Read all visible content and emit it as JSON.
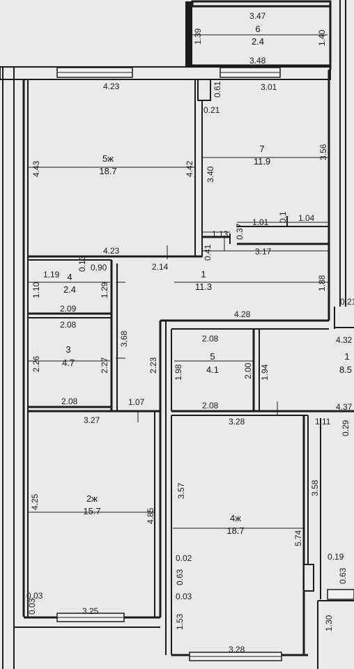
{
  "plan": {
    "rooms": [
      {
        "id": "6",
        "area": "2.4"
      },
      {
        "id": "5ж",
        "area": "18.7"
      },
      {
        "id": "7",
        "area": "11.9"
      },
      {
        "id": "4",
        "area": "2.4"
      },
      {
        "id": "1",
        "area": "11.3"
      },
      {
        "id": "3",
        "area": "4.7"
      },
      {
        "id": "5",
        "area": "4.1"
      },
      {
        "id": "1",
        "area": "8.5"
      },
      {
        "id": "2ж",
        "area": "15.7"
      },
      {
        "id": "4ж",
        "area": "18.7"
      }
    ],
    "dimensions": [
      "3.47",
      "1.39",
      "1.40",
      "3.48",
      "4.23",
      "0.61",
      "3.01",
      "0.21",
      "4.43",
      "4.42",
      "3.40",
      "3.56",
      "0.1",
      "1.01",
      "1.04",
      "1.13",
      "0.37",
      "0.41",
      "3.17",
      "4.23",
      "2.14",
      "1.19",
      "0.13",
      "0.90",
      "1.10",
      "1.29",
      "2.09",
      "1.88",
      "0.21",
      "4.28",
      "2.08",
      "2.26",
      "3.68",
      "2.27",
      "2.23",
      "2.08",
      "1.98",
      "2.00",
      "1.94",
      "4.32",
      "2.08",
      "1.07",
      "2.08",
      "3.27",
      "3.28",
      "4.37",
      "1.11",
      "0.29",
      "4.25",
      "4.85",
      "3.57",
      "3.58",
      "5.74",
      "0.02",
      "0.19",
      "0.63",
      "0.63",
      "0.03",
      "0.03",
      "0.03",
      "3.25",
      "1.53",
      "1.30",
      "3.28"
    ]
  }
}
